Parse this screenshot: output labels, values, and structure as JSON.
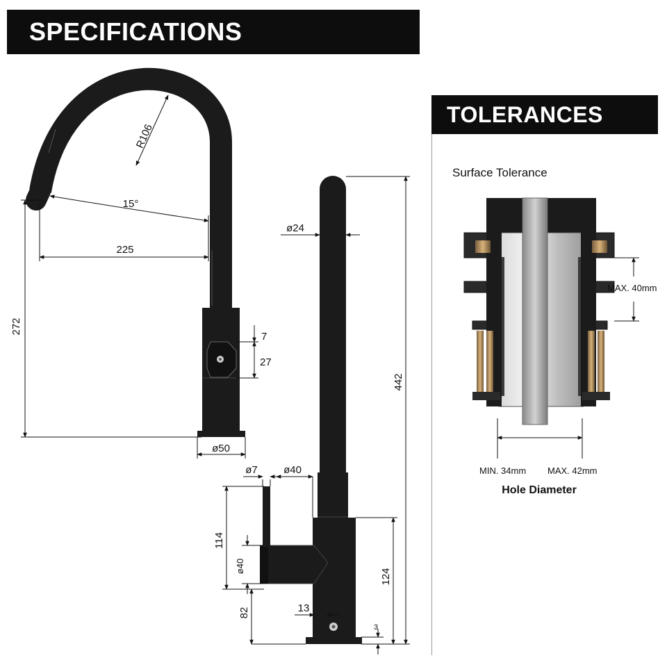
{
  "specifications": {
    "title": "SPECIFICATIONS"
  },
  "side_view": {
    "radius": "R106",
    "angle": "15°",
    "reach": "225",
    "height": "272",
    "upper": "7",
    "button": "27",
    "base": "ø50"
  },
  "front_view": {
    "spout_dia": "ø24",
    "total_height": "442",
    "lever_dia": "ø7",
    "body_dia": "ø40",
    "lever_height": "114",
    "handle_dia": "ø40",
    "handle_height": "82",
    "body_height": "124",
    "set_screw": "13",
    "base_gap": "3"
  },
  "tolerances": {
    "title": "TOLERANCES",
    "surface_label": "Surface Tolerance",
    "max_thickness": "MAX. 40mm",
    "min_hole": "MIN. 34mm",
    "max_hole": "MAX. 42mm",
    "hole_label": "Hole Diameter"
  },
  "colors": {
    "banner": "#0d0d0d",
    "tap_finish": "#1b1b1b",
    "line": "#111111"
  }
}
